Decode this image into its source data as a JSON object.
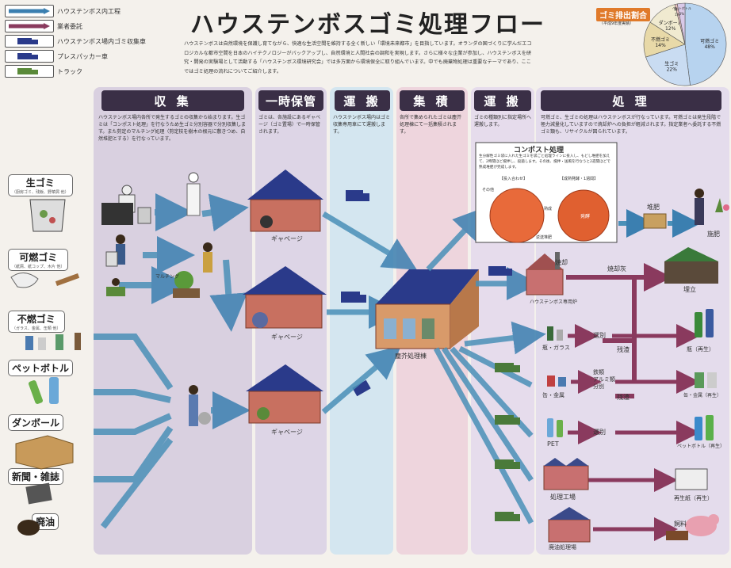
{
  "title": "ハウステンボスゴミ処理フロー",
  "intro": "ハウステンボスは自然環境を保護し育てながら、快適な生活空間を維持する全く新しい「環境未来都市」を目指しています。オランダの国づくりに学んだエコロジカルな都市空間を日本のハイテクノロジーがバックアップし、自然環境と人間社会の調和を実現します。さらに様々な企業が参加し、ハウステンボスを研究・開発の実験場として活動する「ハウステンボス環境研究会」では多方面から環境保全に取り組んでいます。中でも廃棄物処理は重要なテーマであり、ここではゴミ処理の流れについてご紹介します。",
  "legend": [
    {
      "label": "ハウステンボス内工程",
      "color": "#3b7fb0"
    },
    {
      "label": "業者委託",
      "color": "#8a3a5e"
    },
    {
      "label": "ハウステンボス場内ゴミ収集車",
      "color": "#2a3a8a"
    },
    {
      "label": "プレスパッカー車",
      "color": "#2a3a8a"
    },
    {
      "label": "トラック",
      "color": "#5a8a3a"
    }
  ],
  "columns": {
    "collect": {
      "title": "収 集",
      "desc": "ハウステンボス場内各所で発生するゴミの収集から始まります。生ゴミは「コンポスト処理」を行なうため生ゴミ分別容器で分別収集します。また剪定のマルチング処理（剪定枝を樹木の根元に敷きつめ、自然堆肥とする）を行なっています。"
    },
    "storage": {
      "title": "一時保管",
      "desc": "ゴミは、各施設にあるギャベージ（ゴミ置場）で一時保管されます。"
    },
    "transport1": {
      "title": "運 搬",
      "desc": "ハウステンボス場内はゴミ収集専用車にて運搬します。"
    },
    "gather": {
      "title": "集 積",
      "desc": "各所で集められたゴミは塵芥処理棟にて一括集積されます。"
    },
    "transport2": {
      "title": "運 搬",
      "desc": "ゴミの種類別に指定場所へ運搬します。"
    },
    "process": {
      "title": "処 理",
      "desc": "可燃ゴミ、生ゴミの処理はハウステンボスが行なっています。可燃ゴミは発生段階で極力減量化していますので焼却炉への負担が軽減されます。指定業者へ委託する不燃ゴミ類も、リサイクルが図られています。"
    }
  },
  "categories": [
    {
      "name": "生ゴミ",
      "sub": "（厨房ゴミ、残飯、野菜屑 他）"
    },
    {
      "name": "可燃ゴミ",
      "sub": "（紙屑、紙コップ、木片 他）"
    },
    {
      "name": "不燃ゴミ",
      "sub": "（ガラス、金属、缶類 他）"
    },
    {
      "name": "ペットボトル",
      "sub": ""
    },
    {
      "name": "ダンボール",
      "sub": ""
    },
    {
      "name": "新聞・雑誌",
      "sub": ""
    },
    {
      "name": "廃油",
      "sub": ""
    }
  ],
  "labels": {
    "mulching": "マルチング",
    "garbage1": "ギャベージ",
    "garbage2": "ギャベージ",
    "garbage3": "ギャベージ",
    "dust_building": "塵芥処理棟",
    "compost_title": "コンポスト処理",
    "compost_desc": "生分解性ゴミ袋に入れた生ゴミを袋ごと処理ラインに投入し、もどし堆肥を加えて、2時間ほど撹拌し、殺菌します。その後、撹拌・送風を行なうと2週間ほどで熟成堆肥が完成します。",
    "compost_step1": "【投入合わせ】",
    "compost_step2": "【成熟発酵・1週間】",
    "compost_return": "返送堆肥",
    "compost_other": "その他",
    "compost_mature": "熟成",
    "compost_ferment": "発酵",
    "fertilizer": "堆肥",
    "apply": "施肥",
    "incinerate": "焼却",
    "incinerator": "ハウステンボス専用炉",
    "ash": "焼却灰",
    "landfill": "埋立",
    "bottle_glass": "瓶・ガラス",
    "sort1": "選別",
    "residue1": "残渣",
    "bottle_recycle": "瓶（再生）",
    "can_metal": "缶・金属",
    "iron_alu": "鉄類\nアルミ類\n分別",
    "residue2": "残渣",
    "can_recycle": "缶・金属（再生）",
    "pet": "PET",
    "sort2": "選別",
    "pet_recycle": "ペットボトル（再生）",
    "plant": "処理工場",
    "paper_recycle": "再生紙（再生）",
    "oil_plant": "廃油処理場",
    "feed": "飼料"
  },
  "pie": {
    "title": "ゴミ排出割合",
    "subtitle": "（平成9年度実績）",
    "slices": [
      {
        "label": "可燃ゴミ",
        "value": 48,
        "color": "#b7d3ef"
      },
      {
        "label": "生ゴミ",
        "value": 22,
        "color": "#c9dcf2"
      },
      {
        "label": "不燃ゴミ",
        "value": 14,
        "color": "#e8d9a8"
      },
      {
        "label": "ダンボール",
        "value": 12,
        "color": "#f0ead0"
      },
      {
        "label": "廃油",
        "value": 1,
        "color": "#e8c0c0"
      },
      {
        "label": "ペットボトル",
        "value": 3,
        "color": "#d9c9e8"
      }
    ]
  }
}
